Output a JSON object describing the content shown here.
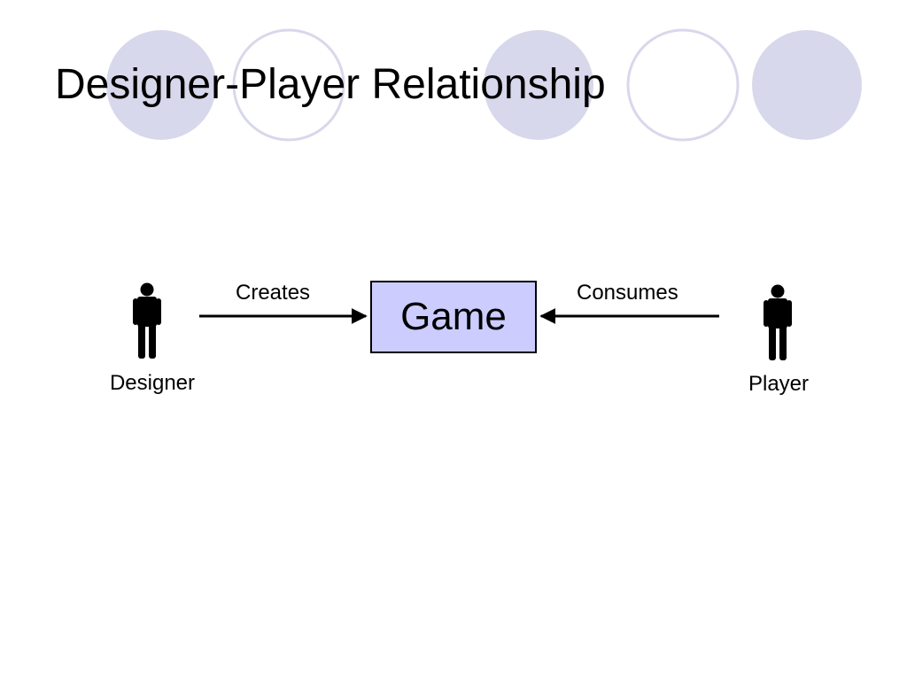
{
  "slide": {
    "title": "Designer-Player Relationship"
  },
  "theme": {
    "circle_fill": "#d8d8ec",
    "circle_outline": "#d8d8ec",
    "box_fill": "#ccccff",
    "stroke": "#000000"
  },
  "diagram": {
    "nodes": {
      "designer": {
        "label": "Designer",
        "icon": "person-icon"
      },
      "game": {
        "label": "Game"
      },
      "player": {
        "label": "Player",
        "icon": "person-icon"
      }
    },
    "edges": [
      {
        "from": "designer",
        "to": "game",
        "label": "Creates"
      },
      {
        "from": "player",
        "to": "game",
        "label": "Consumes"
      }
    ]
  }
}
